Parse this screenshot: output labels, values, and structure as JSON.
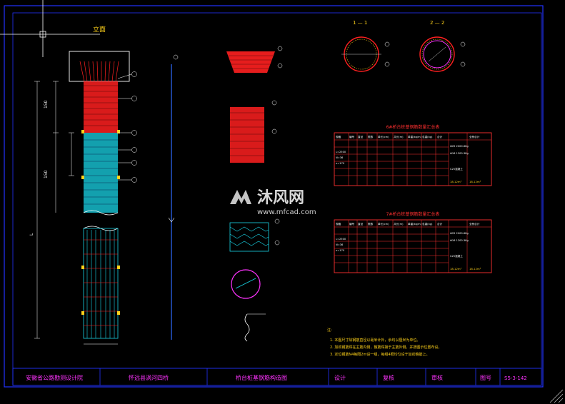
{
  "drawing": {
    "top_label": "立面",
    "section_labels": [
      "1 — 1",
      "2 — 2"
    ],
    "side_label_left": "",
    "pile_dims": {
      "d1": "150",
      "d2": "150",
      "length": "L"
    }
  },
  "table1": {
    "title": "6#桥台桩基钢筋数量汇总表",
    "header": [
      "规格",
      "编号",
      "直径",
      "根数",
      "单长(cm)",
      "共长(m)",
      "单重(kg/m)",
      "总重(kg)",
      "合计",
      "全桥合计"
    ],
    "side_notes": [
      "L=2500",
      "N=36",
      "n=170"
    ],
    "summary": [
      "Φ25 2000.6Kg",
      "Φ16 1200.3Kg",
      "C25混凝土",
      "18.12m³",
      "18.12m³"
    ]
  },
  "table2": {
    "title": "7#桥台桩基钢筋数量汇总表",
    "header": [
      "规格",
      "编号",
      "直径",
      "根数",
      "单长(cm)",
      "共长(m)",
      "单重(kg/m)",
      "总重(kg)",
      "合计",
      "全桥合计"
    ],
    "side_notes": [
      "L=2500",
      "N=36",
      "n=170"
    ],
    "summary": [
      "Φ25 2000.6Kg",
      "Φ16 1200.3Kg",
      "C25混凝土",
      "18.12m³",
      "18.12m³"
    ]
  },
  "notes": {
    "heading": "注:",
    "lines": [
      "1. 本图尺寸除钢筋直径以毫米计外，余均以厘米为单位。",
      "2. 加劲钢筋焊在主筋内侧，箍筋焊接于主筋外侧，并按图示位置布设。",
      "3. 定位钢筋N4每隔2m设一组，每组4根均匀设于加劲箍筋上。"
    ]
  },
  "title_block": {
    "company": "安徽省公路勘测设计院",
    "project": "怀远县涡河四桥",
    "drawing_title": "桥台桩基钢筋构造图",
    "design_label": "设计",
    "review_label": "复核",
    "approve_label": "审核",
    "sheet_label": "图号",
    "sheet_no": "S5-3-142"
  },
  "watermark": {
    "brand": "沐风网",
    "url": "www.mfcad.com"
  },
  "colors": {
    "background": "#000000",
    "frame": "#2233ff",
    "rebar_red": "#ff2020",
    "rebar_cyan": "#19d5e8",
    "table_red": "#ff3030",
    "text_yellow": "#ffd21a",
    "text_magenta": "#ff33ff"
  }
}
